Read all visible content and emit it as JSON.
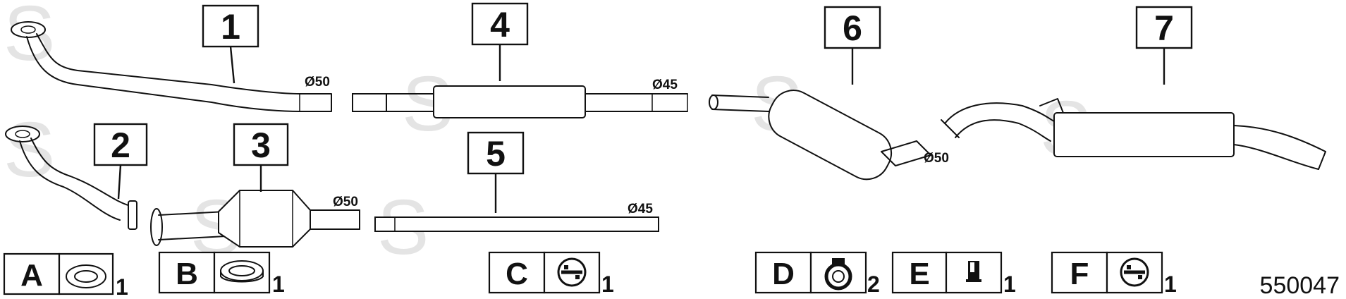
{
  "parts": [
    {
      "number": "1",
      "diameter": "Ø50"
    },
    {
      "number": "2",
      "diameter": ""
    },
    {
      "number": "3",
      "diameter": "Ø50"
    },
    {
      "number": "4",
      "diameter": "Ø45"
    },
    {
      "number": "5",
      "diameter": "Ø45"
    },
    {
      "number": "6",
      "diameter": "Ø50"
    },
    {
      "number": "7",
      "diameter": ""
    }
  ],
  "accessories": [
    {
      "letter": "A",
      "icon": "gasket-ring-icon",
      "qty": "1"
    },
    {
      "letter": "B",
      "icon": "flange-gasket-icon",
      "qty": "1"
    },
    {
      "letter": "C",
      "icon": "rubber-hanger-icon",
      "qty": "1"
    },
    {
      "letter": "D",
      "icon": "clamp-icon",
      "qty": "2"
    },
    {
      "letter": "E",
      "icon": "rubber-mount-icon",
      "qty": "1"
    },
    {
      "letter": "F",
      "icon": "rubber-hanger-icon",
      "qty": "1"
    }
  ],
  "reference": "550047",
  "watermark": "S"
}
